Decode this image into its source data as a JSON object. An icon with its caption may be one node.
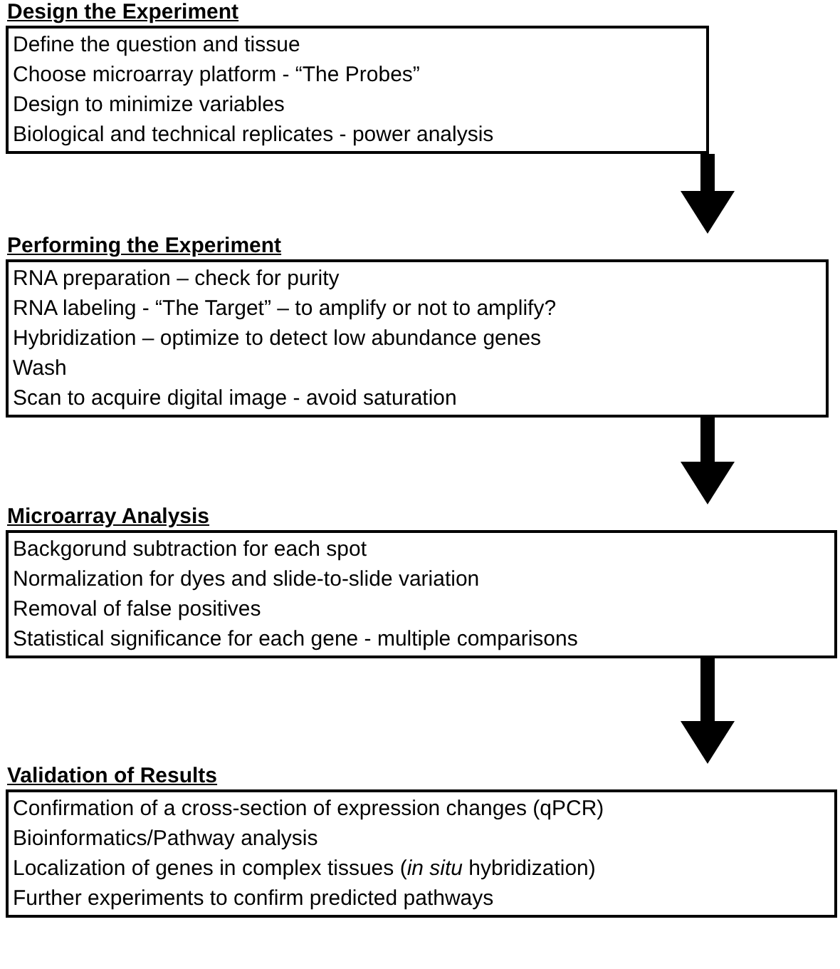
{
  "diagram": {
    "nodes": [
      {
        "text": [
          "Design the Experiment",
          "Define the question and tissue",
          "Choose microarray platform - “The Probes”",
          "Design to minimize variables",
          "Biological and technical replicates - power analysis"
        ]
      },
      {
        "text": [
          "Performing the Experiment",
          "RNA preparation – check for purity",
          "RNA labeling - “The Target” – to amplify or not to amplify?",
          "Hybridization – optimize to detect low abundance genes",
          "Wash",
          "Scan to acquire digital image - avoid saturation"
        ]
      },
      {
        "text": [
          "Microarray Analysis",
          "Backgorund subtraction for each spot",
          "Normalization for dyes and slide-to-slide variation",
          "Removal of false positives",
          "Statistical significance for each gene - multiple comparisons"
        ]
      },
      {
        "text": [
          "Validation of Results",
          "Confirmation of a cross-section of expression changes (qPCR)",
          "Bioinformatics/Pathway analysis",
          "Localization of genes in complex tissues (*in situ* hybridization)",
          "Further experiments to confirm predicted pathways"
        ]
      }
    ],
    "edges": [
      {
        "from": 0,
        "to": 1,
        "arrow": "to"
      },
      {
        "from": 1,
        "to": 2,
        "arrow": "to"
      },
      {
        "from": 2,
        "to": 3,
        "arrow": "to"
      }
    ]
  }
}
